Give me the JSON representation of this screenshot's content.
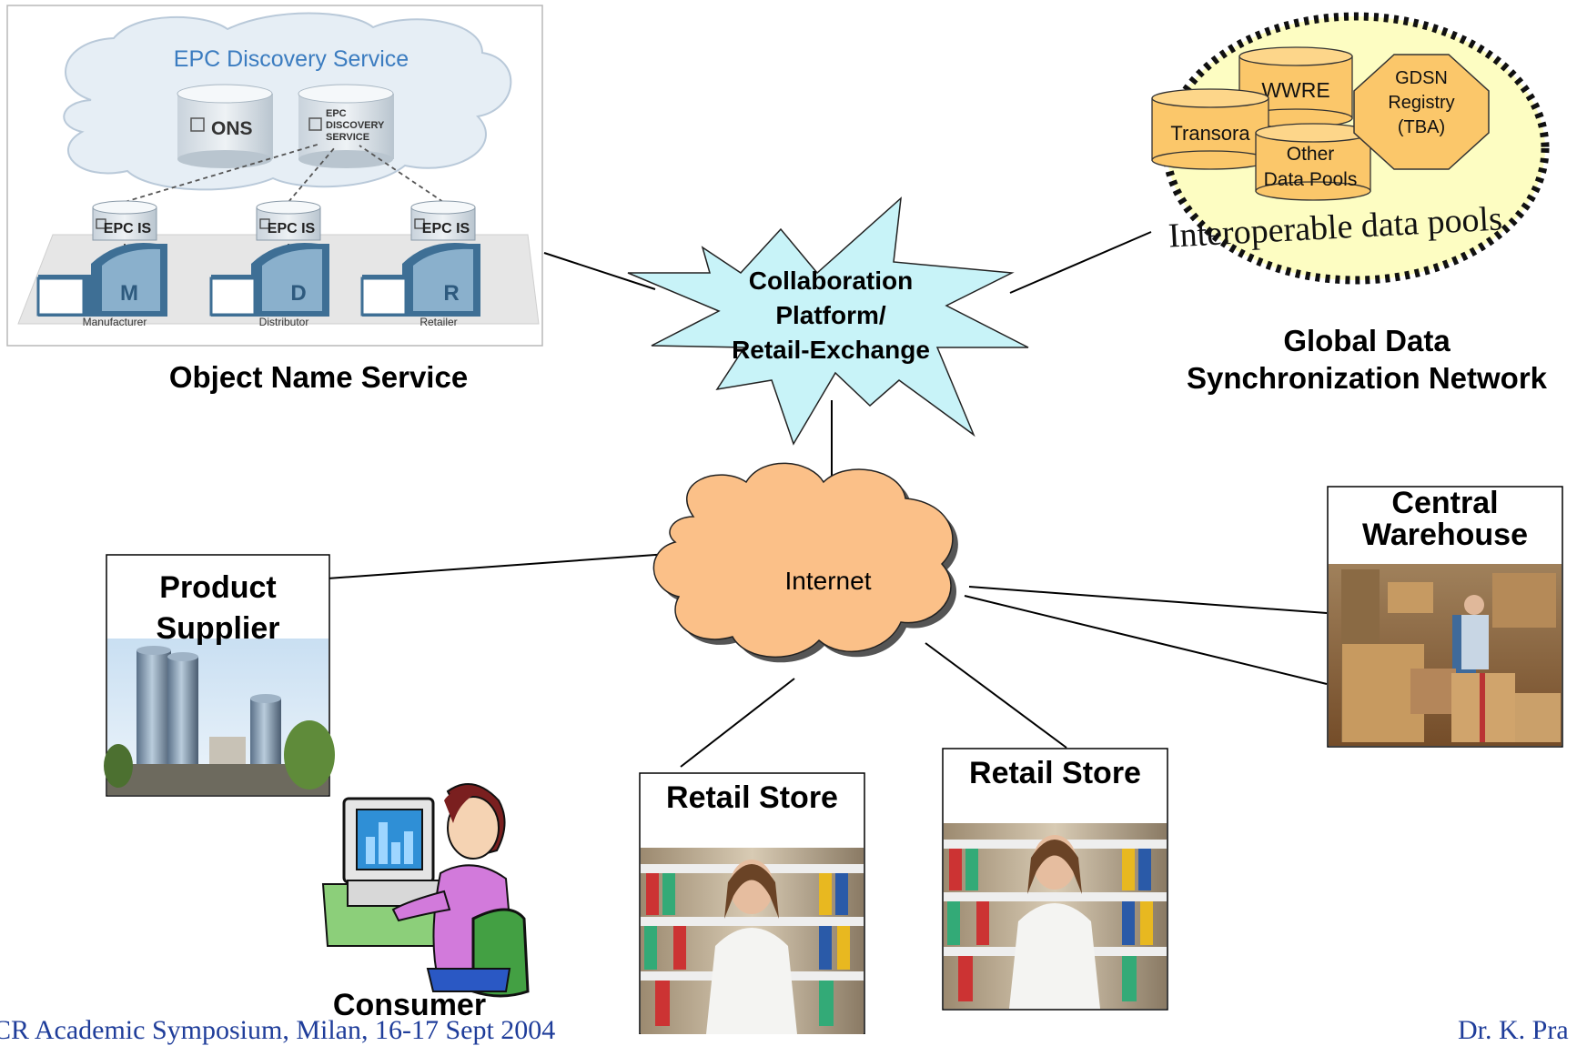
{
  "ons": {
    "cloud_title": "EPC Discovery Service",
    "ons_db": "ONS",
    "discovery_db": [
      "EPC",
      "DISCOVERY",
      "SERVICE"
    ],
    "epcis_label": "EPC IS",
    "nodes": [
      {
        "letter": "M",
        "caption": "Manufacturer"
      },
      {
        "letter": "D",
        "caption": "Distributor"
      },
      {
        "letter": "R",
        "caption": "Retailer"
      }
    ],
    "title": "Object Name Service"
  },
  "hub": {
    "lines": [
      "Collaboration",
      "Platform/",
      "Retail-Exchange"
    ]
  },
  "gdsn": {
    "pools": {
      "wwre": "WWRE",
      "transora": "Transora",
      "other": [
        "Other",
        "Data Pools"
      ]
    },
    "registry": [
      "GDSN",
      "Registry",
      "(TBA)"
    ],
    "ellipse_caption": "Interoperable data pools",
    "title": [
      "Global Data",
      "Synchronization Network"
    ]
  },
  "internet": {
    "label": "Internet"
  },
  "supplier": {
    "lines": [
      "Product",
      "Supplier"
    ]
  },
  "warehouse": {
    "lines": [
      "Central",
      "Warehouse"
    ]
  },
  "store1": {
    "label": "Retail Store"
  },
  "store2": {
    "label": "Retail Store"
  },
  "consumer": {
    "label": "Consumer"
  },
  "footer": {
    "left": "CR Academic Symposium, Milan, 16-17 Sept 2004",
    "right": "Dr. K. Pra"
  }
}
